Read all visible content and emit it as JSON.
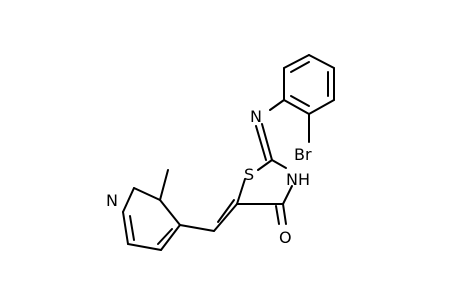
{
  "molecule": {
    "atoms": {
      "n_methyl": "N",
      "s_ring": "S",
      "nh": "NH",
      "o": "O",
      "br": "Br",
      "n_imine": "N"
    }
  }
}
